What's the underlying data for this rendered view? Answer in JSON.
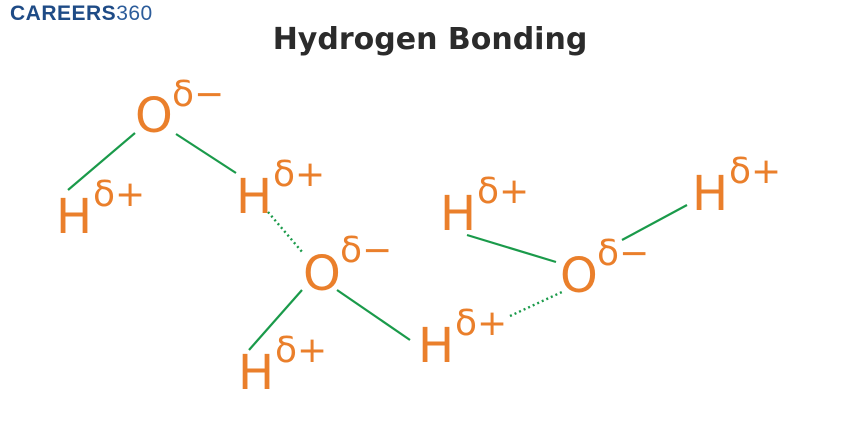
{
  "logo": {
    "brand": "CAREERS",
    "number": "360"
  },
  "title": "Hydrogen Bonding",
  "colors": {
    "atom": "#ea7f2b",
    "bond": "#1a9a4a",
    "title": "#2b2b2b",
    "logo": "#1e4b86"
  },
  "atoms": [
    {
      "id": "o1",
      "element": "O",
      "charge": "δ−"
    },
    {
      "id": "h1",
      "element": "H",
      "charge": "δ+"
    },
    {
      "id": "h2",
      "element": "H",
      "charge": "δ+"
    },
    {
      "id": "o2",
      "element": "O",
      "charge": "δ−"
    },
    {
      "id": "h3",
      "element": "H",
      "charge": "δ+"
    },
    {
      "id": "h4",
      "element": "H",
      "charge": "δ+"
    },
    {
      "id": "h5",
      "element": "H",
      "charge": "δ+"
    },
    {
      "id": "o3",
      "element": "O",
      "charge": "δ−"
    },
    {
      "id": "h6",
      "element": "H",
      "charge": "δ+"
    }
  ],
  "bonds": [
    {
      "from": "o1",
      "to": "h1",
      "type": "covalent"
    },
    {
      "from": "o1",
      "to": "h2",
      "type": "covalent"
    },
    {
      "from": "h2",
      "to": "o2",
      "type": "hydrogen"
    },
    {
      "from": "o2",
      "to": "h3",
      "type": "covalent"
    },
    {
      "from": "o2",
      "to": "h4",
      "type": "covalent"
    },
    {
      "from": "h4",
      "to": "o3",
      "type": "hydrogen"
    },
    {
      "from": "h5",
      "to": "o3",
      "type": "covalent"
    },
    {
      "from": "o3",
      "to": "h6",
      "type": "covalent"
    }
  ]
}
